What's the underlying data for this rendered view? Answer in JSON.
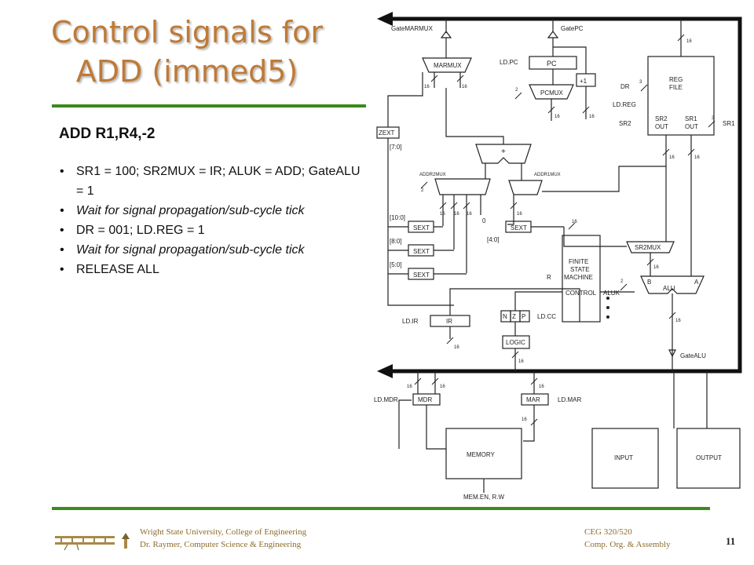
{
  "slide": {
    "title_line1": "Control signals for",
    "title_line2": "ADD (immed5)",
    "heading": "ADD R1,R4,-2",
    "bullets": [
      {
        "text": "SR1 = 100; SR2MUX = IR; ALUK = ADD; GateALU = 1",
        "italic": false
      },
      {
        "text": "Wait for signal propagation/sub-cycle tick",
        "italic": true
      },
      {
        "text": "DR = 001; LD.REG = 1",
        "italic": false
      },
      {
        "text": "Wait for signal propagation/sub-cycle tick",
        "italic": true
      },
      {
        "text": "RELEASE ALL",
        "italic": false
      }
    ],
    "page_number": "11"
  },
  "footer": {
    "left_line1": "Wright State University,  College of Engineering",
    "left_line2": "Dr. Raymer, Computer Science & Engineering",
    "right_line1": "CEG 320/520",
    "right_line2": "Comp. Org. & Assembly"
  },
  "diagram": {
    "labels": {
      "gate_marmux": "GateMARMUX",
      "gate_pc": "GatePC",
      "marmux": "MARMUX",
      "pc": "PC",
      "ld_pc": "LD.PC",
      "plus_one": "+1",
      "pcmux": "PCMUX",
      "reg_file_1": "REG",
      "reg_file_2": "FILE",
      "dr": "DR",
      "ld_reg": "LD.REG",
      "sr2": "SR2",
      "sr1": "SR1",
      "sr2_out_1": "SR2",
      "sr2_out_2": "OUT",
      "sr1_out_1": "SR1",
      "sr1_out_2": "OUT",
      "zext": "ZEXT",
      "bits_7_0": "[7:0]",
      "plus": "+",
      "addr2mux": "ADDR2MUX",
      "addr1mux": "ADDR1MUX",
      "bits_10_0": "[10:0]",
      "bits_8_0": "[8:0]",
      "bits_5_0": "[5:0]",
      "bits_4_0": "[4:0]",
      "sext": "SEXT",
      "zero": "0",
      "fsm_1": "FINITE",
      "fsm_2": "STATE",
      "fsm_3": "MACHINE",
      "control": "CONTROL",
      "r": "R",
      "sr2mux": "SR2MUX",
      "aluk": "ALUK",
      "alu": "ALU",
      "alu_b": "B",
      "alu_a": "A",
      "ld_ir": "LD.IR",
      "ir": "IR",
      "n": "N",
      "z": "Z",
      "p": "P",
      "ld_cc": "LD.CC",
      "logic": "LOGIC",
      "gate_alu": "GateALU",
      "ld_mdr": "LD.MDR",
      "mdr": "MDR",
      "mar": "MAR",
      "ld_mar": "LD.MAR",
      "memory": "MEMORY",
      "input": "INPUT",
      "output": "OUTPUT",
      "mem_en": "MEM.EN, R.W",
      "w16": "16",
      "w3": "3",
      "w2": "2"
    }
  },
  "colors": {
    "title": "#bf7a36",
    "rule": "#3b8a1f",
    "footer_text": "#8c6d2e",
    "bus": "#111111"
  }
}
